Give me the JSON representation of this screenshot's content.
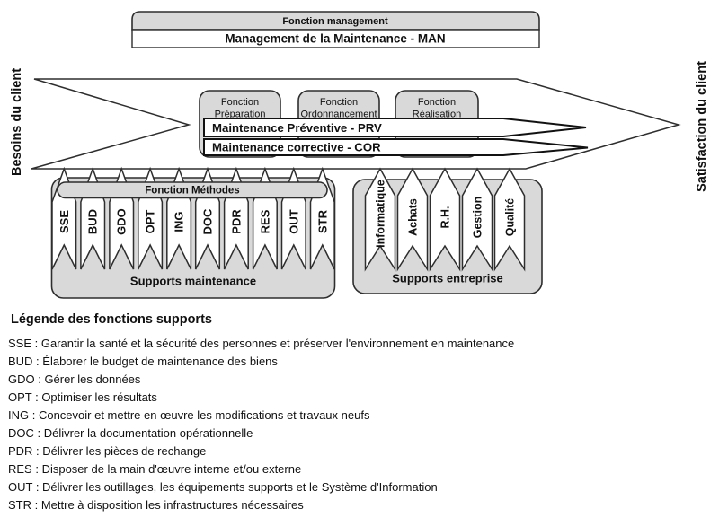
{
  "colors": {
    "panel_fill": "#d9d9d9",
    "line": "#2e2e2e",
    "bar_line": "#111111",
    "text": "#111111",
    "background": "#ffffff"
  },
  "management": {
    "header": "Fonction management",
    "title": "Management de la Maintenance - MAN"
  },
  "flow": {
    "left_label": "Besoins du client",
    "right_label": "Satisfaction du client",
    "functions": [
      {
        "line1": "Fonction",
        "line2": "Préparation"
      },
      {
        "line1": "Fonction",
        "line2": "Ordonnancement"
      },
      {
        "line1": "Fonction",
        "line2": "Réalisation"
      }
    ],
    "bars": [
      "Maintenance Préventive - PRV",
      "Maintenance corrective - COR"
    ]
  },
  "supports_maintenance": {
    "header": "Fonction Méthodes",
    "arrows": [
      "SSE",
      "BUD",
      "GDO",
      "OPT",
      "ING",
      "DOC",
      "PDR",
      "RES",
      "OUT",
      "STR"
    ],
    "caption": "Supports maintenance"
  },
  "supports_entreprise": {
    "arrows": [
      "Informatique",
      "Achats",
      "R.H.",
      "Gestion",
      "Qualité"
    ],
    "caption": "Supports entreprise"
  },
  "legend": {
    "title": "Légende des fonctions supports",
    "items": [
      "SSE : Garantir la santé et la sécurité des personnes et préserver l'environnement en maintenance",
      "BUD : Élaborer le budget de maintenance des biens",
      "GDO : Gérer les données",
      "OPT : Optimiser les résultats",
      "ING :  Concevoir et mettre en œuvre les modifications et travaux neufs",
      "DOC : Délivrer la documentation opérationnelle",
      "PDR : Délivrer les pièces de rechange",
      "RES : Disposer de la main d'œuvre interne et/ou externe",
      "OUT : Délivrer les outillages, les équipements supports et le Système d'Information",
      "STR : Mettre à disposition les infrastructures nécessaires"
    ]
  }
}
